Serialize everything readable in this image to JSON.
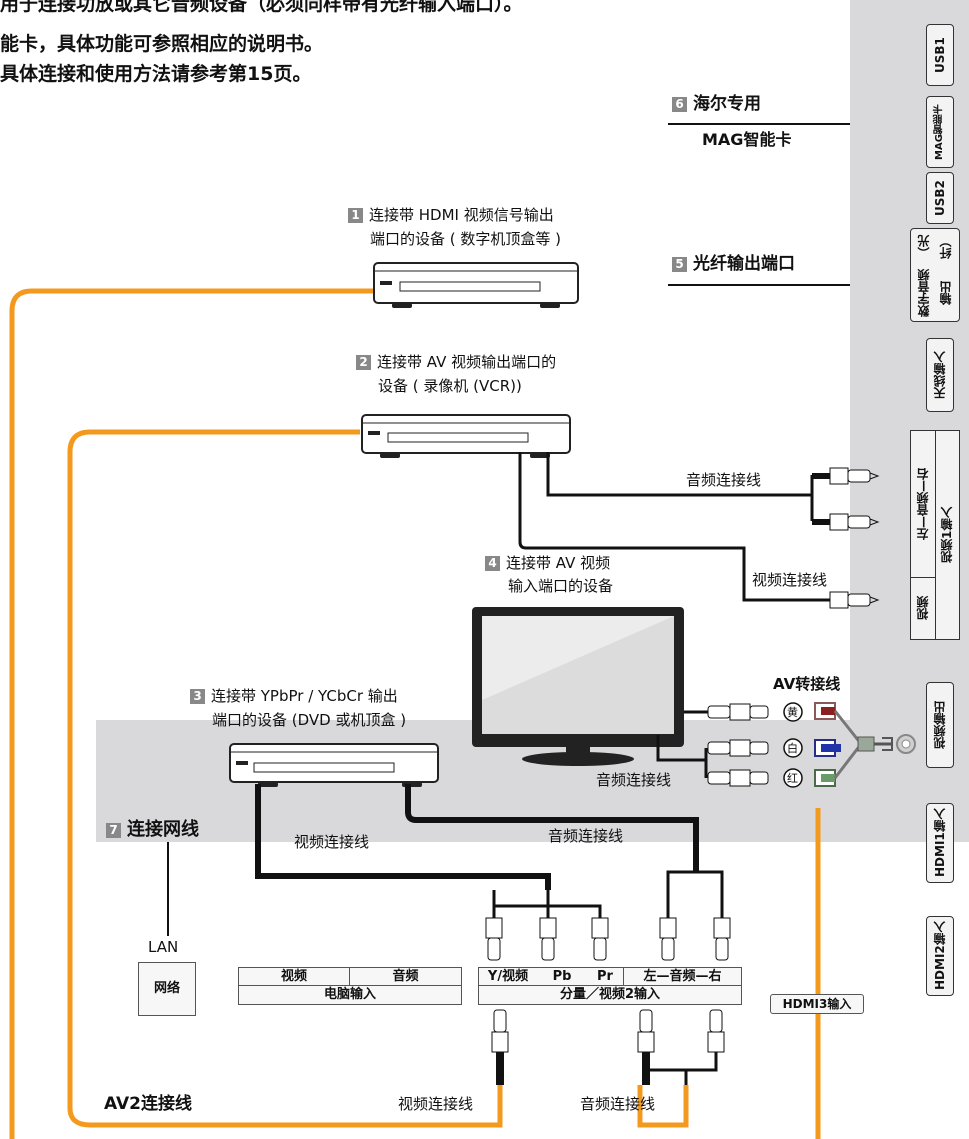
{
  "header": {
    "line1": "用于连接功放或其它音频设备（必须同样带有光纤输入端口）。",
    "line2": "能卡，具体功能可参照相应的说明书。",
    "line3": "具体连接和使用方法请参考第15页。"
  },
  "callouts": {
    "c1_num": "1",
    "c1_line1": "连接带 HDMI 视频信号输出",
    "c1_line2": "端口的设备 ( 数字机顶盒等 )",
    "c2_num": "2",
    "c2_line1": "连接带 AV 视频输出端口的",
    "c2_line2": "设备 ( 录像机 (VCR))",
    "c3_num": "3",
    "c3_line1": "连接带 YPbPr / YCbCr 输出",
    "c3_line2": "端口的设备 (DVD 或机顶盒 )",
    "c4_num": "4",
    "c4_line1": "连接带 AV 视频",
    "c4_line2": "输入端口的设备",
    "c5_num": "5",
    "c5_label": "光纤输出端口",
    "c6_num": "6",
    "c6_line1": "海尔专用",
    "c6_line2": "MAG智能卡",
    "c7_num": "7",
    "c7_label": "连接网线"
  },
  "side_ports": {
    "usb1": "USB1",
    "mag": "MAG智能卡",
    "usb2": "USB2",
    "optical_line1": "数字音频输出",
    "optical_line2": "（光纤）",
    "antenna": "天线输入",
    "av1_audio": "左—音频—右",
    "av1_video": "视频",
    "av1_group": "视频1输入",
    "video_out": "视频输出",
    "hdmi1": "HDMI1输入",
    "hdmi2": "HDMI2输入"
  },
  "bottom_ports": {
    "lan": "LAN",
    "network": "网络",
    "pc_video": "视频",
    "pc_audio": "音频",
    "pc_group": "电脑输入",
    "comp_y": "Y/视频",
    "comp_pb": "Pb",
    "comp_pr": "Pr",
    "comp_audio": "左—音频—右",
    "comp_group": "分量／视频2输入",
    "hdmi3": "HDMI3输入"
  },
  "cables": {
    "audio_vcr": "音频连接线",
    "video_vcr": "视频连接线",
    "av_adapter": "AV转接线",
    "audio_tv": "音频连接线",
    "video_dvd": "视频连接线",
    "audio_dvd": "音频连接线",
    "av2": "AV2连接线",
    "video_av2": "视频连接线",
    "audio_av2": "音频连接线"
  },
  "adapter_colors": {
    "yellow": "黄",
    "white": "白",
    "red": "红"
  },
  "colors": {
    "orange": "#f39a1e",
    "panel": "#d9d9db",
    "cable": "#111111"
  }
}
